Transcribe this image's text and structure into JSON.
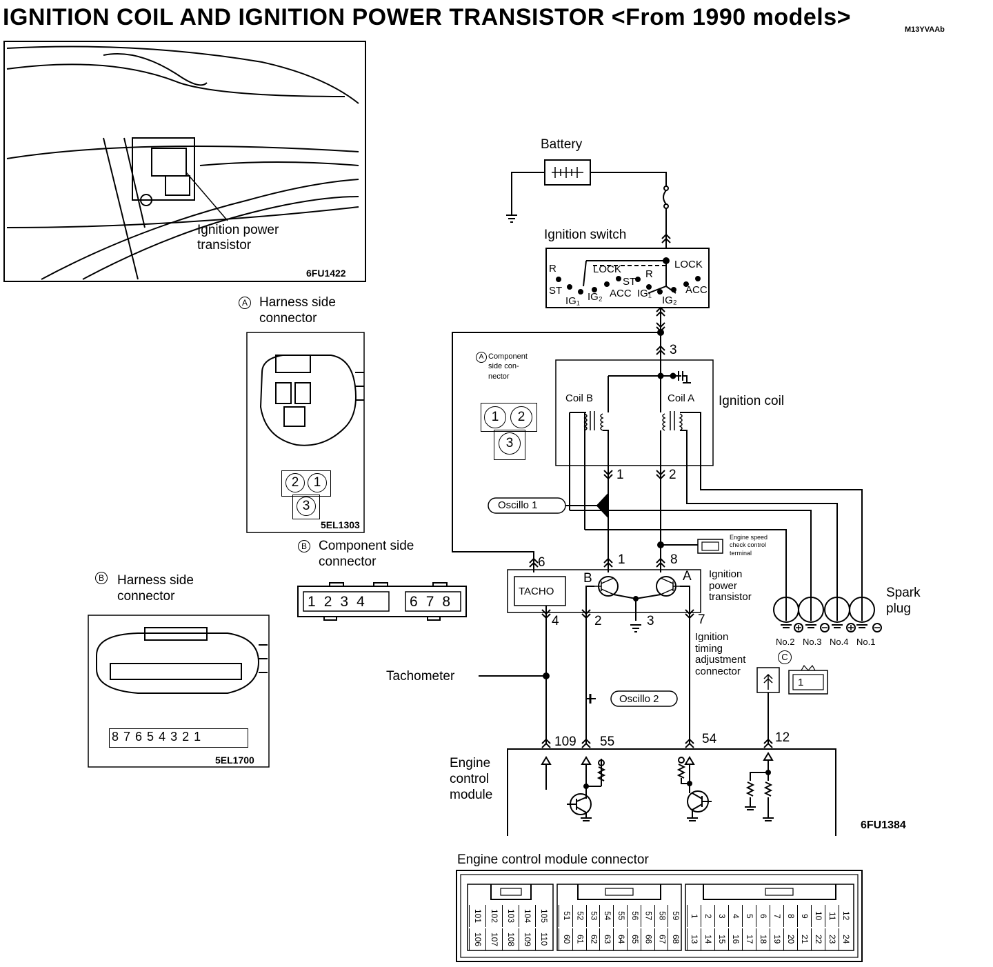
{
  "header": {
    "title": "IGNITION COIL AND IGNITION POWER TRANSISTOR <From 1990 models>",
    "ref": "M13YVAAb"
  },
  "photo": {
    "callout": "Ignition power\ntransistor",
    "code": "6FU1422"
  },
  "connector_a_harness": {
    "label": "Harness side\nconnector",
    "marker": "A",
    "pins": [
      "2",
      "1",
      "3"
    ],
    "code": "5EL1303"
  },
  "connector_a_component": {
    "label": "Component\nside con-\nnector",
    "marker": "A",
    "pins": [
      "1",
      "2",
      "3"
    ]
  },
  "connector_b_component": {
    "label": "Component side\nconnector",
    "marker": "B",
    "pins": [
      "1",
      "2",
      "3",
      "4",
      "6",
      "7",
      "8"
    ]
  },
  "connector_b_harness": {
    "label": "Harness side\nconnector",
    "marker": "B",
    "pins": [
      "8",
      "7",
      "6",
      "5",
      "4",
      "3",
      "2",
      "1"
    ],
    "code": "5EL1700"
  },
  "circuit": {
    "battery": "Battery",
    "ignition_switch": "Ignition switch",
    "switch_terms": {
      "lock_l": "LOCK",
      "lock_r": "LOCK",
      "r_l": "R",
      "r_r": "R",
      "st_l": "ST",
      "st_r": "ST",
      "acc_l": "ACC",
      "acc_r": "ACC",
      "ig1_l": "IG₁",
      "ig2_l": "IG₂",
      "ig1_r": "IG₁",
      "ig2_r": "IG₂"
    },
    "ignition_coil": "Ignition coil",
    "coil_a": "Coil  A",
    "coil_b": "Coil  B",
    "pin_3_top": "3",
    "pin_1_coil": "1",
    "pin_2_coil": "2",
    "oscillo1": "Oscillo 1",
    "oscillo2": "Oscillo 2",
    "engine_speed": "Engine speed\ncheck control\nterminal",
    "pin_6": "6",
    "pin_1_tr": "1",
    "pin_8": "8",
    "tr_b": "B",
    "tr_a": "A",
    "tacho": "TACHO",
    "transistor_label": "Ignition\npower\ntransistor",
    "pin_4": "4",
    "pin_2_tr": "2",
    "pin_3_tr": "3",
    "pin_7": "7",
    "spark_plug": "Spark\nplug",
    "plugs": [
      "No.2",
      "No.3",
      "No.4",
      "No.1"
    ],
    "timing_connector": "Ignition\ntiming\nadjustment\nconnector",
    "marker_c": "C",
    "c_pin": "1",
    "tachometer": "Tachometer",
    "ecm_pins": [
      "109",
      "55",
      "54",
      "12"
    ],
    "ecm": "Engine\ncontrol\nmodule",
    "code": "6FU1384"
  },
  "ecm_connector": {
    "label": "Engine control module connector",
    "group1_top": [
      "101",
      "102",
      "103",
      "104",
      "105"
    ],
    "group1_bot": [
      "106",
      "107",
      "108",
      "109",
      "110"
    ],
    "group2_top": [
      "51",
      "52",
      "53",
      "54",
      "55",
      "56",
      "57",
      "58",
      "59"
    ],
    "group2_bot": [
      "60",
      "61",
      "62",
      "63",
      "64",
      "65",
      "66",
      "67",
      "68"
    ],
    "group3_top": [
      "1",
      "2",
      "3",
      "4",
      "5",
      "6",
      "7",
      "8",
      "9",
      "10",
      "11",
      "12"
    ],
    "group3_bot": [
      "13",
      "14",
      "15",
      "16",
      "17",
      "18",
      "19",
      "20",
      "21",
      "22",
      "23",
      "24"
    ]
  }
}
